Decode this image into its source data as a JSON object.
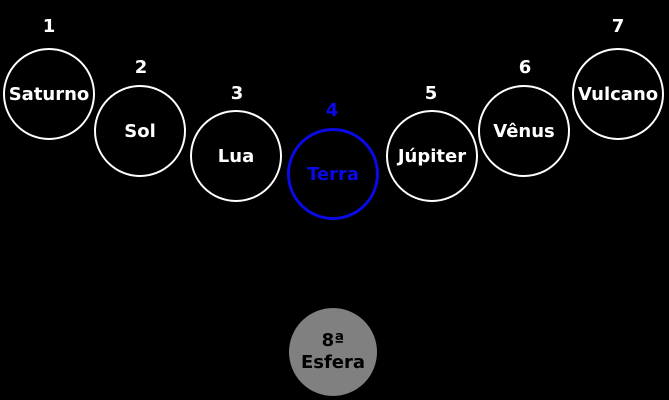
{
  "colors": {
    "background": "#000000",
    "globe_outline": "#ffffff",
    "current_globe": "#0a0ae6",
    "eighth_sphere_fill": "#808080",
    "eighth_sphere_text": "#000000"
  },
  "globes": [
    {
      "number": "1",
      "name": "Saturno",
      "current": false
    },
    {
      "number": "2",
      "name": "Sol",
      "current": false
    },
    {
      "number": "3",
      "name": "Lua",
      "current": false
    },
    {
      "number": "4",
      "name": "Terra",
      "current": true
    },
    {
      "number": "5",
      "name": "Júpiter",
      "current": false
    },
    {
      "number": "6",
      "name": "Vênus",
      "current": false
    },
    {
      "number": "7",
      "name": "Vulcano",
      "current": false
    }
  ],
  "eighth_sphere": {
    "line1": "8ª",
    "line2": "Esfera"
  }
}
